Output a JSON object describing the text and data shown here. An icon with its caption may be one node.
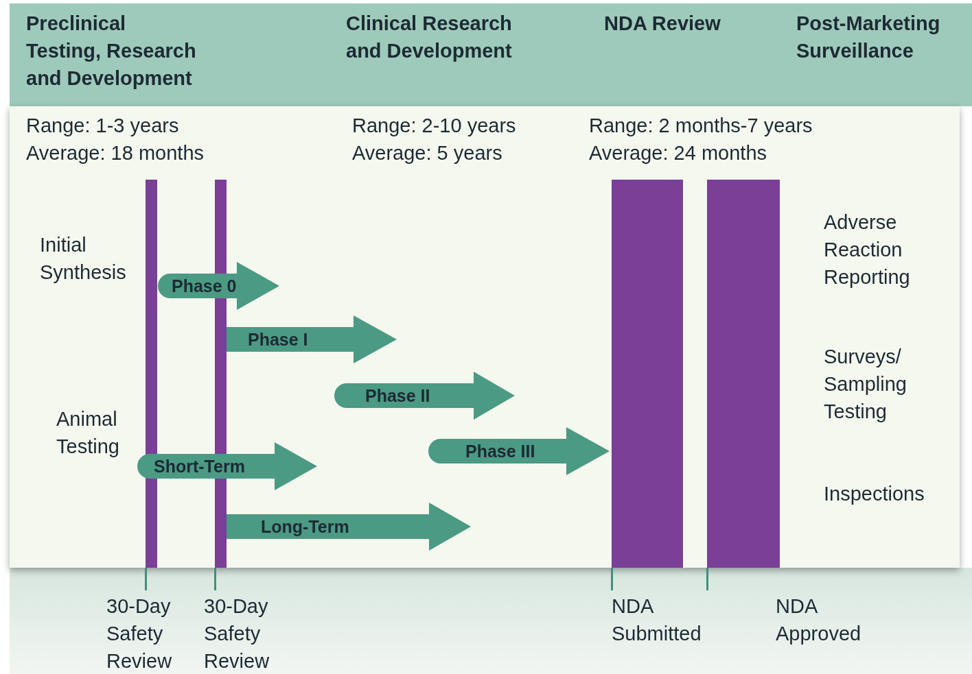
{
  "diagram": {
    "nodes": [
      {
        "text": [
          "Phase 0"
        ]
      },
      {
        "text": [
          "Phase I"
        ]
      },
      {
        "text": [
          "Phase II"
        ]
      },
      {
        "text": [
          "Phase III"
        ]
      },
      {
        "text": [
          "Short-Term"
        ]
      },
      {
        "text": [
          "Long-Term"
        ]
      },
      {
        "text": [],
        "shape": "bar",
        "beside": [
          "30-Day Safety Review"
        ]
      },
      {
        "text": [],
        "shape": "bar",
        "beside": [
          "30-Day Safety Review"
        ]
      },
      {
        "text": [],
        "shape": "bar",
        "beside": [
          "NDA Submitted"
        ]
      },
      {
        "text": [],
        "shape": "bar",
        "beside": [
          "NDA Approved"
        ]
      }
    ],
    "labels": [
      "Preclinical Testing, Research and Development",
      "Clinical Research and Development",
      "NDA Review",
      "Post-Marketing Surveillance",
      "Range: 1-3 years",
      "Average: 18 months",
      "Range: 2-10 years",
      "Average: 5 years",
      "Range: 2 months-7 years",
      "Average: 24 months",
      "Initial Synthesis",
      "Animal Testing",
      "Adverse Reaction Reporting",
      "Surveys/ Sampling Testing",
      "Inspections"
    ]
  }
}
